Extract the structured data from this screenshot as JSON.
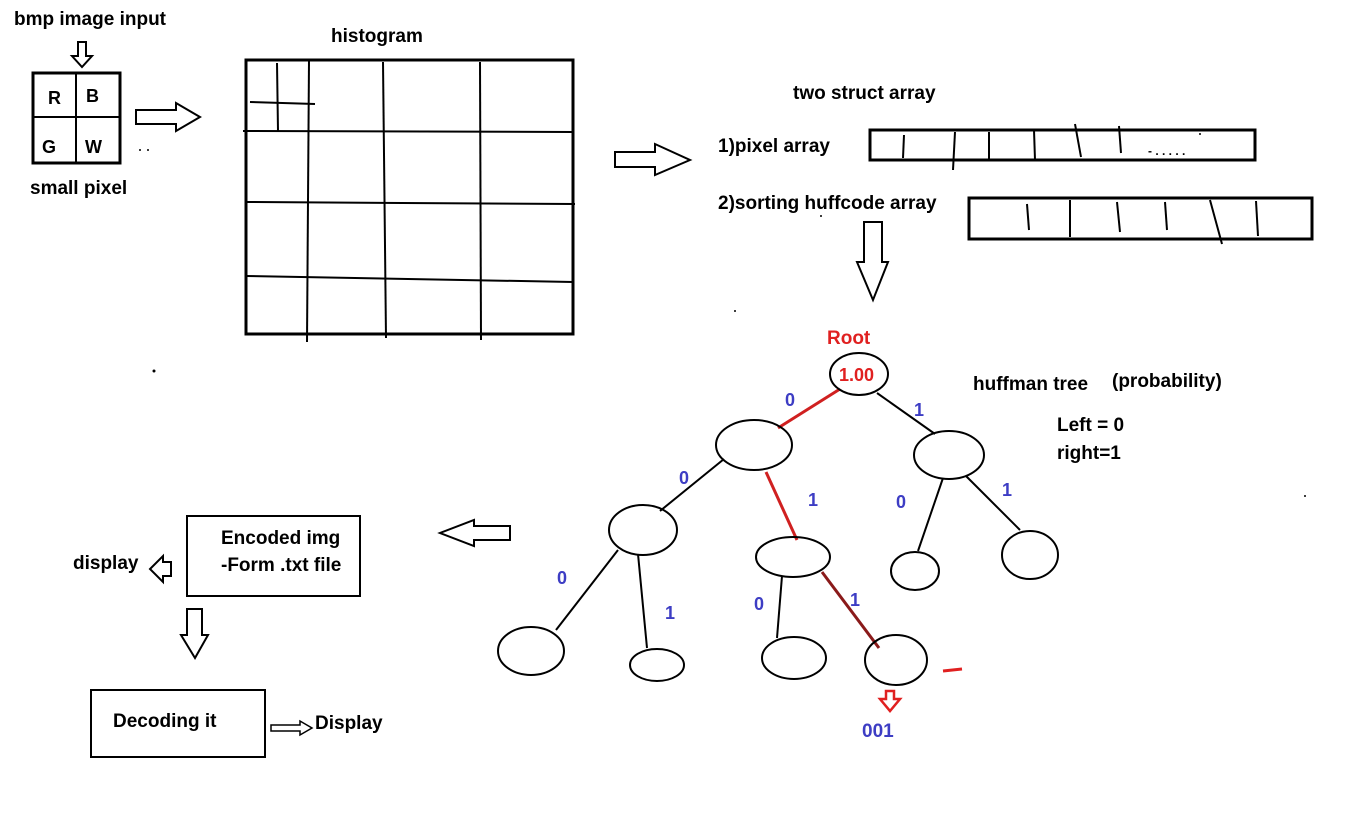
{
  "labels": {
    "bmp_input": "bmp image input",
    "small_pixel": "small pixel",
    "histogram": "histogram",
    "two_struct": "two struct array",
    "pixel_array": "1)pixel array",
    "sorting_array": "2)sorting huffcode array",
    "root": "Root",
    "root_value": "1.00",
    "huffman_tree": "huffman tree",
    "probability": "(probability)",
    "left_rule": "Left = 0",
    "right_rule": "right=1",
    "encoded_line1": "Encoded img",
    "encoded_line2": "-Form .txt file",
    "display_left": "display",
    "decoding": "Decoding it",
    "display_right": "Display",
    "code_result": "001",
    "pixel_ellipsis": "- . . . . ."
  },
  "pixel_cells": [
    "R",
    "B",
    "G",
    "W"
  ],
  "edge_bits": [
    "0",
    "1",
    "0",
    "1",
    "0",
    "1",
    "0",
    "1",
    "0",
    "1"
  ],
  "colors": {
    "ink": "#000000",
    "bit_blue": "#3d3dc4",
    "highlight_red": "#e02020"
  }
}
